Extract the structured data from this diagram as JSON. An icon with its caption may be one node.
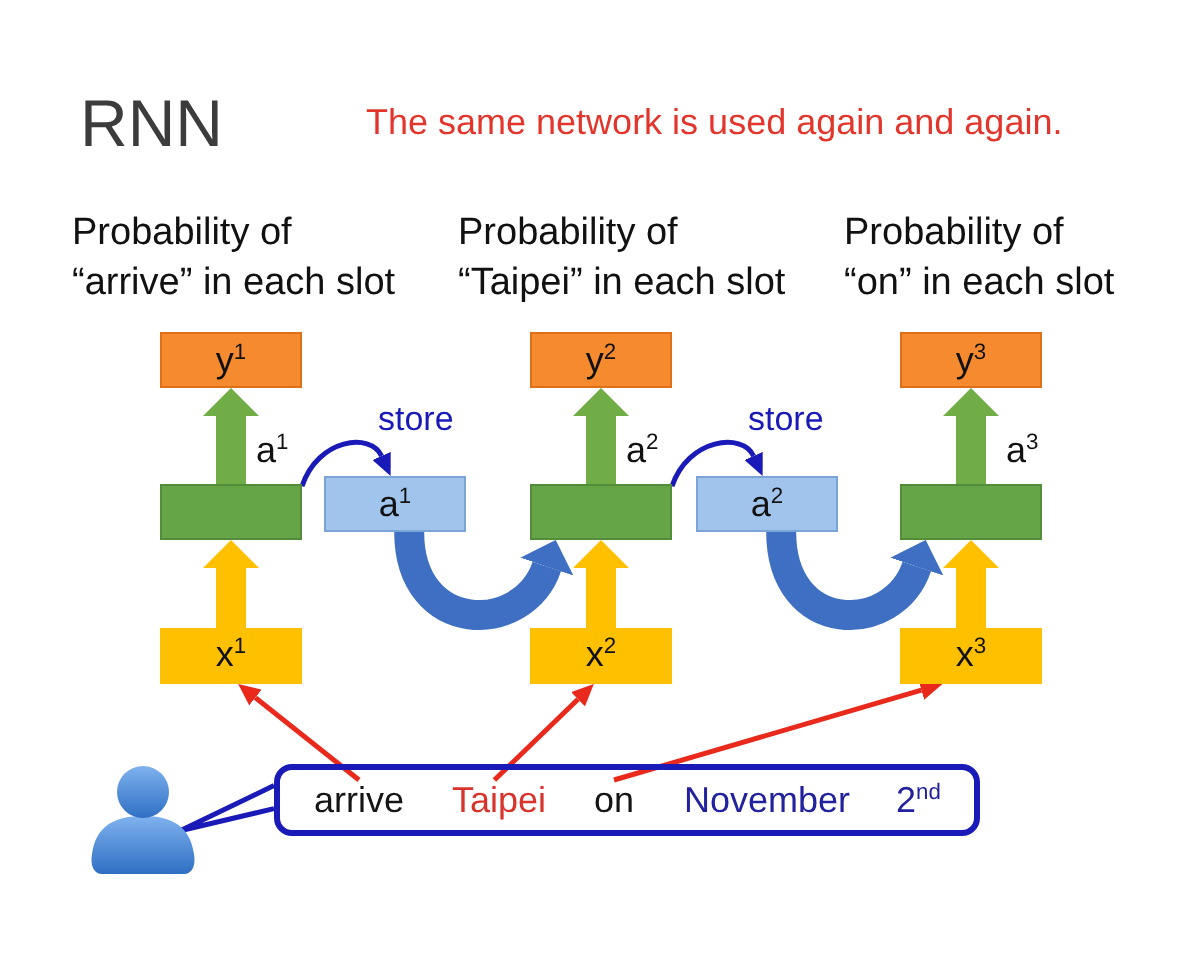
{
  "diagram": {
    "title": "RNN",
    "nodes": [
      {
        "text": [
          "y$^{1}$"
        ],
        "beside": [
          "Probability of “arrive” in each slot"
        ]
      },
      {
        "text": [
          "y$^{2}$"
        ],
        "beside": [
          "Probability of “Taipei” in each slot"
        ]
      },
      {
        "text": [
          "y$^{3}$"
        ],
        "beside": [
          "Probability of “on” in each slot"
        ]
      },
      {
        "text": [],
        "shape": "box",
        "beside": [
          "a$^{1}$"
        ]
      },
      {
        "text": [
          "a$^{1}$"
        ]
      },
      {
        "text": [],
        "shape": "box",
        "beside": [
          "a$^{2}$"
        ]
      },
      {
        "text": [
          "a$^{2}$"
        ]
      },
      {
        "text": [],
        "shape": "box",
        "beside": [
          "a$^{3}$"
        ]
      },
      {
        "text": [
          "x$^{1}$"
        ]
      },
      {
        "text": [
          "x$^{2}$"
        ]
      },
      {
        "text": [
          "x$^{3}$"
        ]
      },
      {
        "text": [],
        "shape": "person"
      },
      {
        "text": [],
        "shape": "box"
      },
      {
        "text": [
          "arrive"
        ],
        "in": 12
      },
      {
        "text": [
          "Taipei"
        ],
        "in": 12
      },
      {
        "text": [
          "on"
        ],
        "in": 12
      },
      {
        "text": [
          "November"
        ],
        "in": 12
      },
      {
        "text": [
          "2$^{nd}$"
        ],
        "in": 12
      }
    ],
    "edges": [
      {
        "from": 8,
        "to": 3,
        "arrow": "to",
        "color": "#ffc000"
      },
      {
        "from": 3,
        "to": 0,
        "arrow": "to",
        "color": "#70ad47"
      },
      {
        "from": 3,
        "to": 4,
        "arrow": "to",
        "label": "store",
        "color": "#1a1ab8"
      },
      {
        "from": 4,
        "to": 5,
        "arrow": "to",
        "color": "#3f6fc2"
      },
      {
        "from": 9,
        "to": 5,
        "arrow": "to",
        "color": "#ffc000"
      },
      {
        "from": 5,
        "to": 1,
        "arrow": "to",
        "color": "#70ad47"
      },
      {
        "from": 5,
        "to": 6,
        "arrow": "to",
        "label": "store",
        "color": "#1a1ab8"
      },
      {
        "from": 6,
        "to": 7,
        "arrow": "to",
        "color": "#3f6fc2"
      },
      {
        "from": 10,
        "to": 7,
        "arrow": "to",
        "color": "#ffc000"
      },
      {
        "from": 7,
        "to": 2,
        "arrow": "to",
        "color": "#70ad47"
      },
      {
        "from": 13,
        "to": 8,
        "arrow": "to",
        "color": "#e8291c"
      },
      {
        "from": 14,
        "to": 9,
        "arrow": "to",
        "color": "#e8291c"
      },
      {
        "from": 15,
        "to": 10,
        "arrow": "to",
        "color": "#e8291c"
      },
      {
        "from": 11,
        "to": 12,
        "arrow": "none",
        "color": "#1a1ab8"
      }
    ],
    "labels": [
      "The same network is used again and again."
    ]
  }
}
